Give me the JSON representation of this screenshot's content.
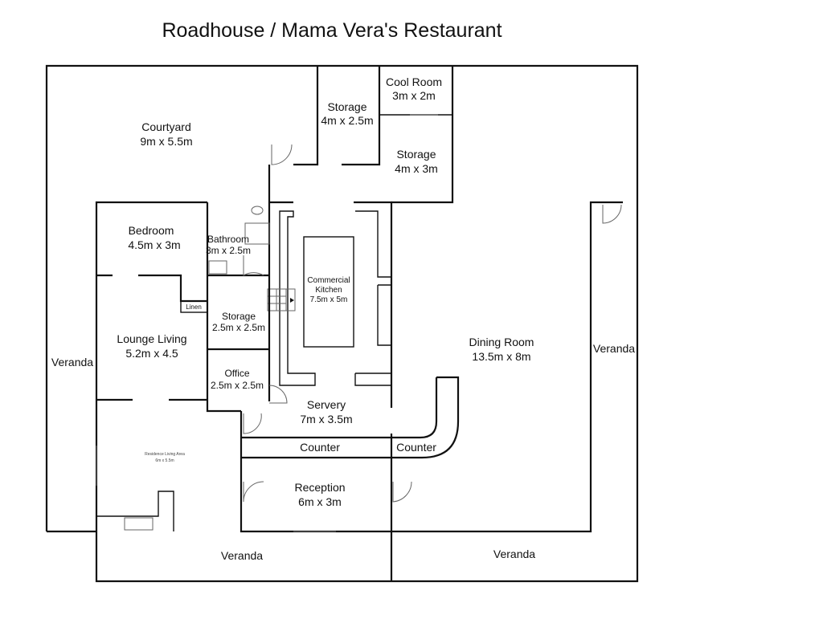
{
  "title": "Roadhouse / Mama Vera's Restaurant",
  "rooms": {
    "courtyard": {
      "name": "Courtyard",
      "size": "9m x 5.5m"
    },
    "storage_top": {
      "name": "Storage",
      "size": "4m x 2.5m"
    },
    "cool_room": {
      "name": "Cool Room",
      "size": "3m x 2m"
    },
    "storage_right": {
      "name": "Storage",
      "size": "4m x 3m"
    },
    "bedroom": {
      "name": "Bedroom",
      "size": "4.5m x 3m"
    },
    "bathroom": {
      "name": "Bathroom",
      "size": "3m x 2.5m"
    },
    "kitchen": {
      "name1": "Commercial",
      "name2": "Kitchen",
      "size": "7.5m x 5m"
    },
    "linen": {
      "name": "Linen"
    },
    "storage_mid": {
      "name": "Storage",
      "size": "2.5m x 2.5m"
    },
    "lounge": {
      "name": "Lounge Living",
      "size": "5.2m x 4.5"
    },
    "office": {
      "name": "Office",
      "size": "2.5m x 2.5m"
    },
    "dining": {
      "name": "Dining Room",
      "size": "13.5m x 8m"
    },
    "servery": {
      "name": "Servery",
      "size": "7m x 3.5m"
    },
    "counter_left": {
      "name": "Counter"
    },
    "counter_right": {
      "name": "Counter"
    },
    "residence": {
      "name": "Residence Living Area",
      "size": "6m x 5.5m"
    },
    "reception": {
      "name": "Reception",
      "size": "6m x 3m"
    },
    "veranda_left": {
      "name": "Veranda"
    },
    "veranda_right": {
      "name": "Veranda"
    },
    "veranda_bottom_left": {
      "name": "Veranda"
    },
    "veranda_bottom_right": {
      "name": "Veranda"
    }
  }
}
